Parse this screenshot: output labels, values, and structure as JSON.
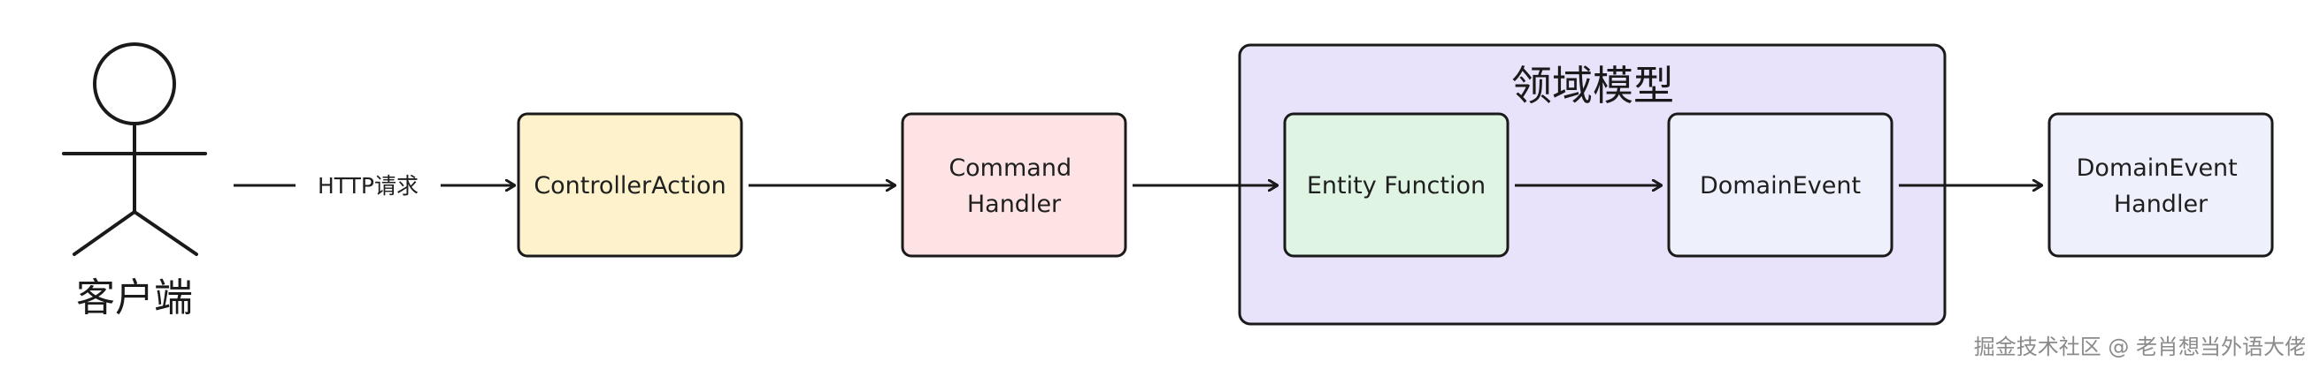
{
  "actor": {
    "label": "客户端",
    "icon": "person-icon"
  },
  "group": {
    "label": "领域模型",
    "fill": "#e8e2fb",
    "stroke": "#1a1a1a"
  },
  "nodes": {
    "controller_action": {
      "lines": [
        "ControllerAction"
      ],
      "fill": "#fdf2cc"
    },
    "command_handler": {
      "lines": [
        "Command",
        "Handler"
      ],
      "fill": "#fde3e4"
    },
    "entity_function": {
      "lines": [
        "Entity Function"
      ],
      "fill": "#dff4e3"
    },
    "domain_event": {
      "lines": [
        "DomainEvent"
      ],
      "fill": "#eef1fb"
    },
    "domain_event_handler": {
      "lines": [
        "DomainEvent",
        "Handler"
      ],
      "fill": "#eef1fb"
    }
  },
  "edges": {
    "http_request": {
      "label": "HTTP请求"
    }
  },
  "watermark": "掘金技术社区 @ 老肖想当外语大佬"
}
